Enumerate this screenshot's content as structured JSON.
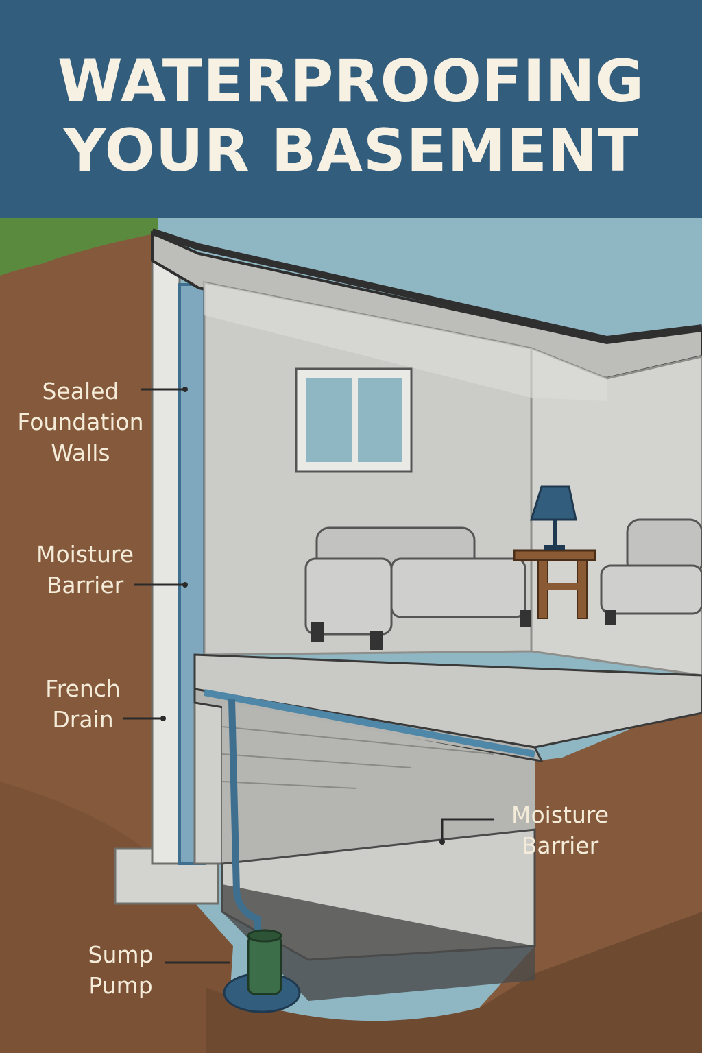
{
  "header": {
    "title_line1": "WATERPROOFING",
    "title_line2": "YOUR BASEMENT"
  },
  "callouts": {
    "sealed_foundation_walls": [
      "Sealed",
      "Foundation",
      "Walls"
    ],
    "moisture_barrier_wall": [
      "Moisture",
      "Barrier"
    ],
    "french_drain": [
      "French",
      "Drain"
    ],
    "moisture_barrier_floor": [
      "Moisture",
      "Barrier"
    ],
    "sump_pump": [
      "Sump",
      "Pump"
    ]
  },
  "colors": {
    "header": "#335d7c",
    "title_text": "#f6f1e3",
    "sky": "#8fb6c3",
    "soil": "#855a3c",
    "grass": "#5a8a3e",
    "interior_wall": "#c8c8c5",
    "barrier_blue": "#4f87a8",
    "label_text": "#f4ecd9"
  }
}
